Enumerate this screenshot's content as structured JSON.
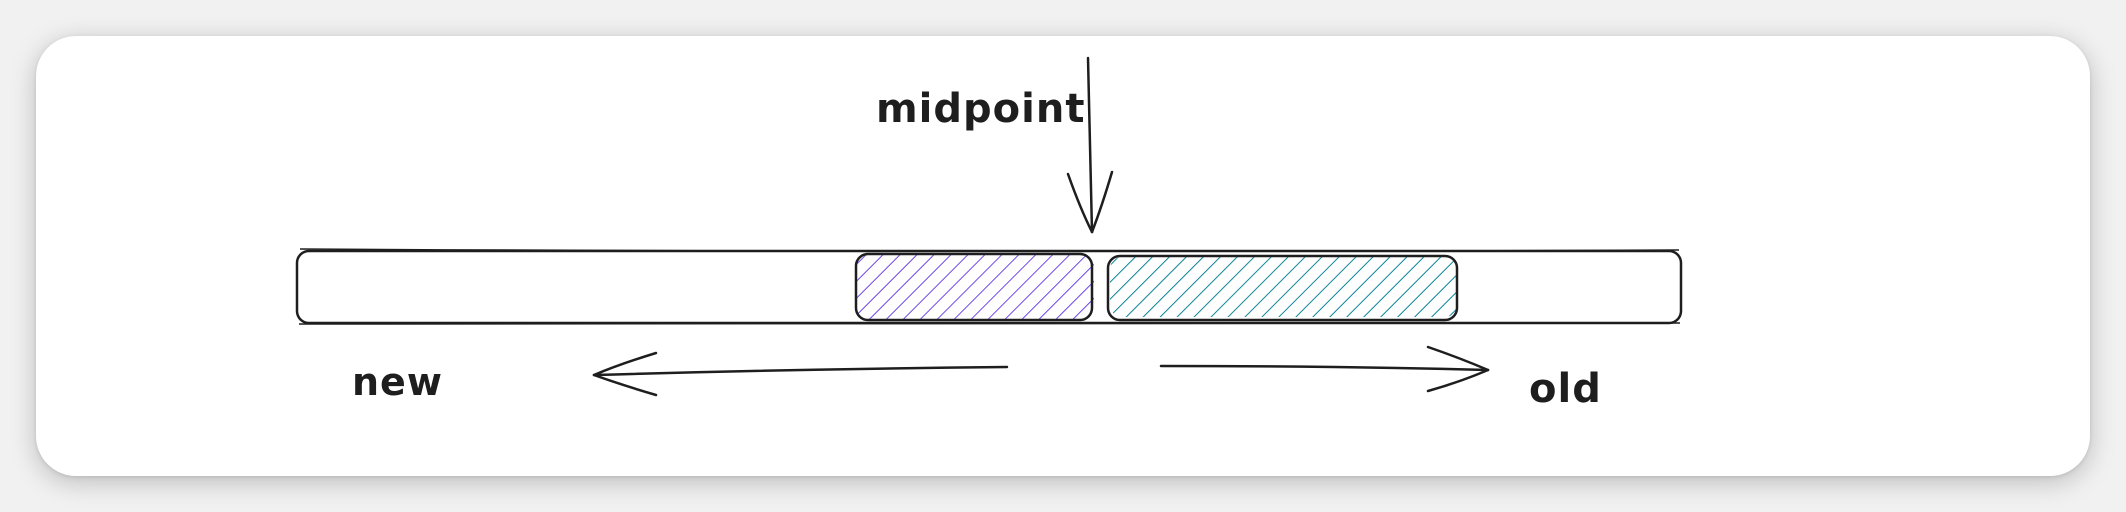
{
  "labels": {
    "midpoint": "midpoint",
    "new": "new",
    "old": "old"
  },
  "colors": {
    "stroke": "#1e1e1e",
    "new_region_hatch": "#7048e8",
    "old_region_hatch": "#0c8599",
    "card_background": "#ffffff",
    "page_background": "#f1f1f1"
  }
}
